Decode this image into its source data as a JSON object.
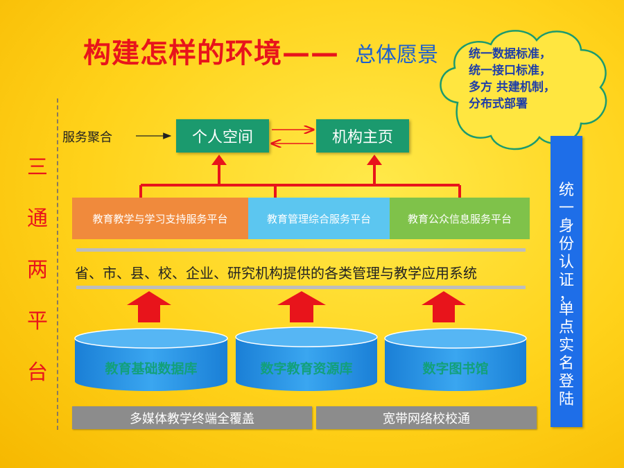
{
  "title": {
    "main": "构建怎样的环境——",
    "sub": "总体愿景"
  },
  "cloud": {
    "text": "统一数据标准，\n统一接口标准，\n多方 共建机制，\n分布式部署"
  },
  "left_label": [
    "三",
    "通",
    "两",
    "平",
    "台"
  ],
  "right_label": [
    "统",
    "一",
    "身",
    "份",
    "认",
    "证",
    "，",
    "单",
    "点",
    "实",
    "名",
    "登",
    "陆"
  ],
  "aggregation": {
    "label": "服务聚合",
    "personal_space": "个人空间",
    "institution_home": "机构主页"
  },
  "platforms": [
    {
      "label": "教育教学与学习支持服务平台",
      "color": "#f08a3c"
    },
    {
      "label": "教育管理综合服务平台",
      "color": "#5cc6f0"
    },
    {
      "label": "教育公众信息服务平台",
      "color": "#7fc24a"
    }
  ],
  "application_systems": "省、市、县、校、企业、研究机构提供的各类管理与教学应用系统",
  "databases": [
    {
      "label": "教育基础数据库"
    },
    {
      "label": "数字教育资源库"
    },
    {
      "label": "数字图书馆"
    }
  ],
  "infrastructure": [
    {
      "label": "多媒体教学终端全覆盖"
    },
    {
      "label": "宽带网络校校通"
    }
  ],
  "colors": {
    "red": "#e8141b",
    "blue": "#1e6ee8",
    "green": "#1b9a6e",
    "db_blue": "#1e8fe0"
  }
}
